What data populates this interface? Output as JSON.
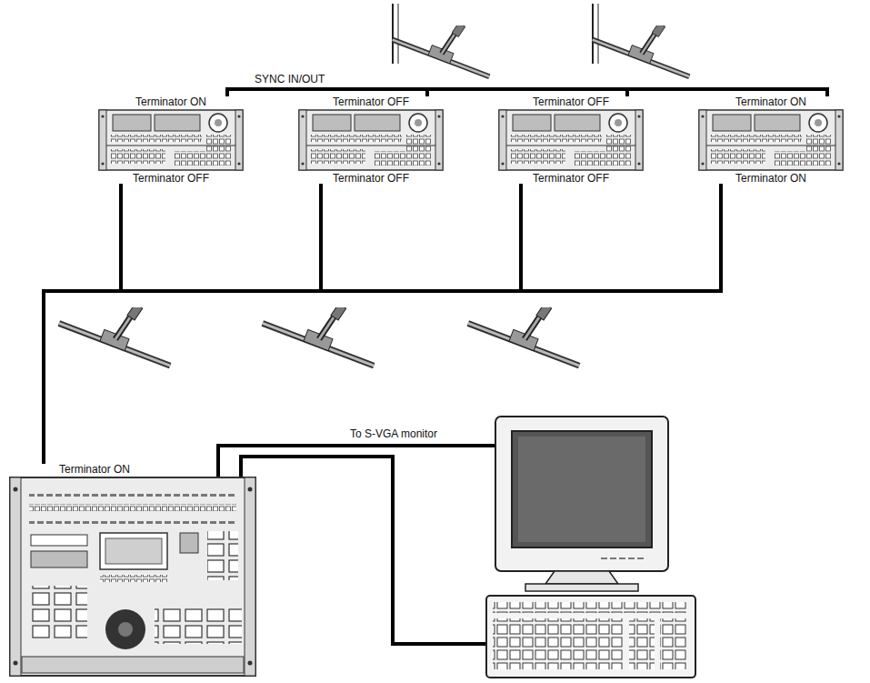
{
  "diagram": {
    "nodes": [
      {
        "text": [
          "Terminator ON",
          "Terminator OFF"
        ]
      },
      {
        "text": [
          "Terminator OFF",
          "Terminator OFF"
        ]
      },
      {
        "text": [
          "Terminator OFF",
          "Terminator OFF"
        ]
      },
      {
        "text": [
          "Terminator ON",
          "Terminator ON"
        ]
      },
      {
        "text": [
          "Terminator ON"
        ]
      }
    ],
    "edges": [
      {
        "from": 0,
        "to": 1,
        "arrow": "none"
      },
      {
        "from": 1,
        "to": 2,
        "arrow": "none"
      },
      {
        "from": 2,
        "to": 3,
        "arrow": "none"
      },
      {
        "from": 4,
        "to": 0,
        "arrow": "none"
      },
      {
        "from": 0,
        "to": 1,
        "arrow": "none"
      },
      {
        "from": 1,
        "to": 2,
        "arrow": "none"
      },
      {
        "from": 2,
        "to": 3,
        "arrow": "none"
      }
    ],
    "labels": [
      "SYNC IN/OUT",
      "To S-VGA monitor"
    ]
  }
}
